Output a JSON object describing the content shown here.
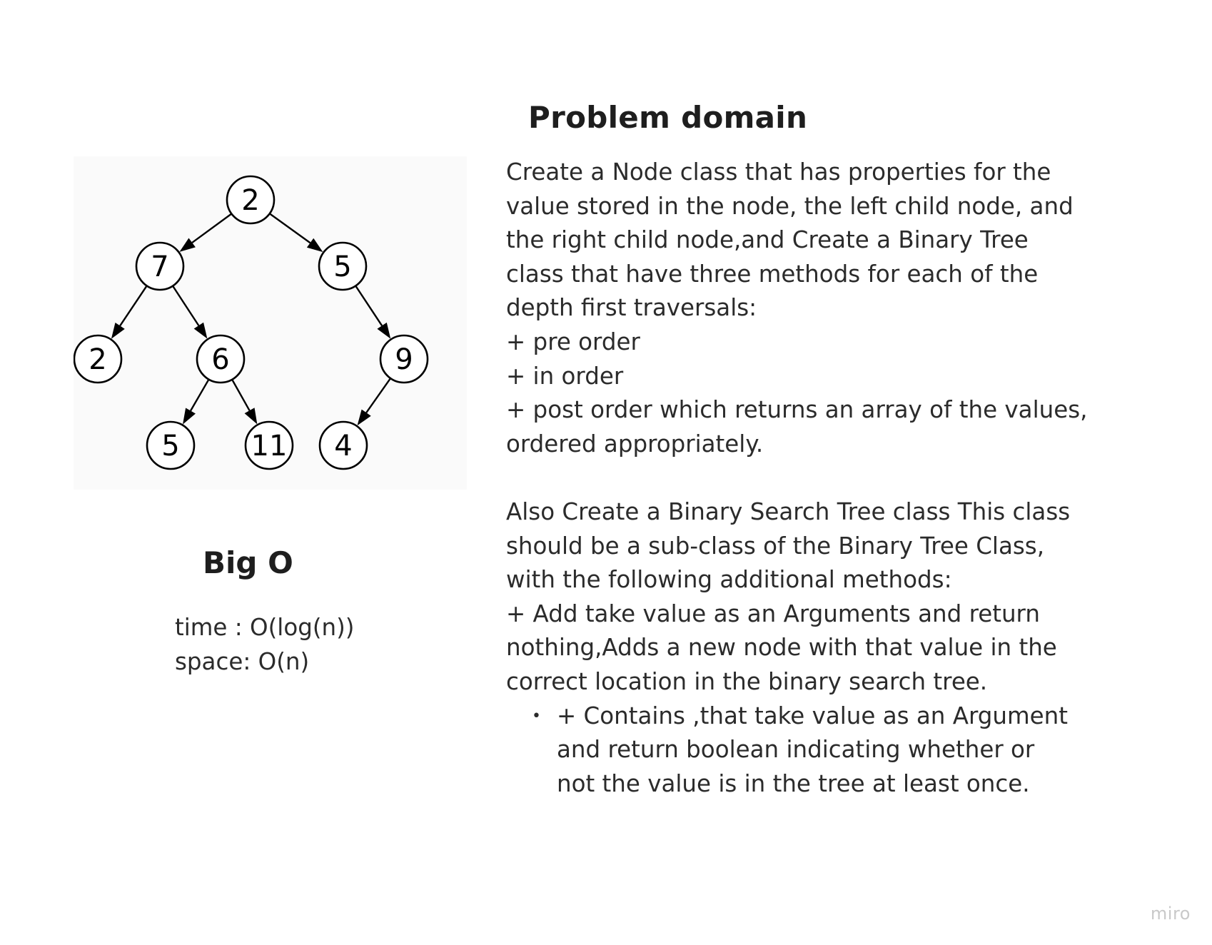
{
  "problem_domain": {
    "title": "Problem domain",
    "paragraph_1": [
      "Create a Node class that has properties for the",
      "value stored in the node, the left child node, and",
      "the right child node,and Create a Binary Tree",
      "class that have three methods for each of the",
      "depth first traversals:",
      "+ pre order",
      "+ in order",
      "+ post order which returns an array of the values,",
      "ordered appropriately."
    ],
    "paragraph_2": [
      "Also Create a Binary Search Tree class This class",
      "should be a sub-class of the Binary Tree Class,",
      "with the following additional methods:",
      "+ Add take value as an Arguments and return",
      "nothing,Adds a new node with that value in the",
      "correct location in the binary search tree."
    ],
    "bullet_items": [
      {
        "marker": "•",
        "lines": [
          "+ Contains ,that take value as an Argument",
          "and return boolean indicating whether or",
          "not the value is in the tree at least once."
        ]
      }
    ]
  },
  "tree_diagram": {
    "nodes": [
      {
        "id": "root",
        "label": "2"
      },
      {
        "id": "n7",
        "label": "7"
      },
      {
        "id": "n5",
        "label": "5"
      },
      {
        "id": "n2b",
        "label": "2"
      },
      {
        "id": "n6",
        "label": "6"
      },
      {
        "id": "n9",
        "label": "9"
      },
      {
        "id": "n5b",
        "label": "5"
      },
      {
        "id": "n11",
        "label": "11"
      },
      {
        "id": "n4",
        "label": "4"
      }
    ],
    "edges": [
      [
        "root",
        "n7"
      ],
      [
        "root",
        "n5"
      ],
      [
        "n7",
        "n2b"
      ],
      [
        "n7",
        "n6"
      ],
      [
        "n5",
        "n9"
      ],
      [
        "n6",
        "n5b"
      ],
      [
        "n6",
        "n11"
      ],
      [
        "n9",
        "n4"
      ]
    ]
  },
  "big_o": {
    "title": "Big O",
    "lines": [
      "time : O(log(n))",
      "space: O(n)"
    ]
  },
  "brand": "miro"
}
